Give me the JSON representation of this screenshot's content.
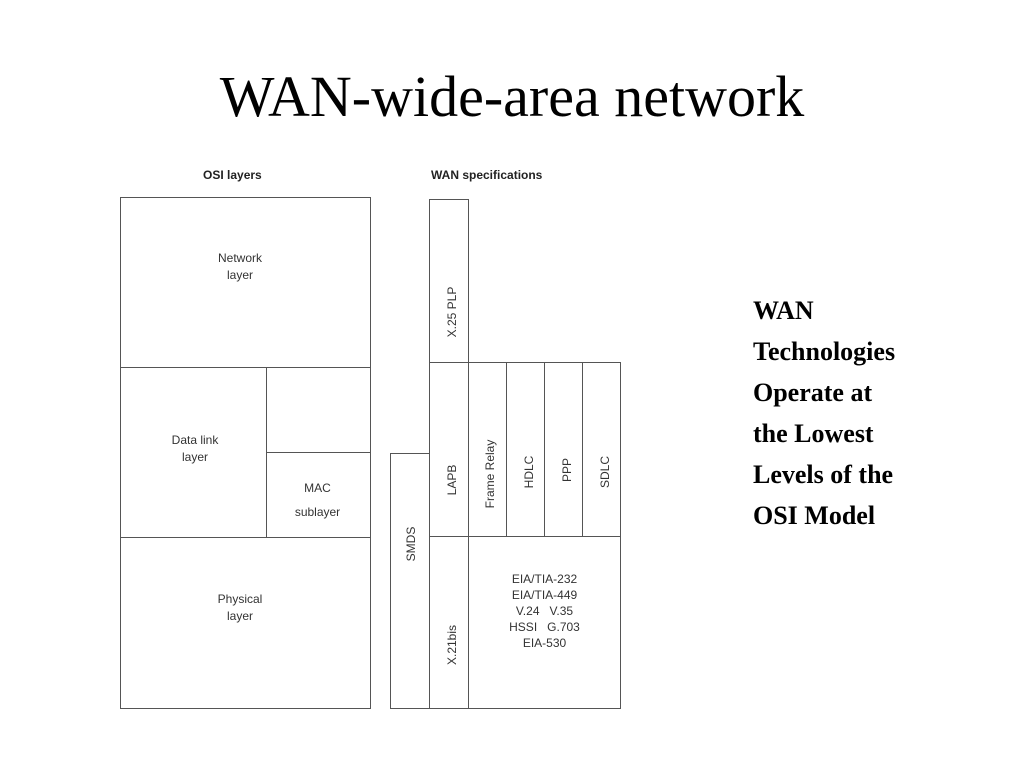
{
  "slide": {
    "title": "WAN-wide-area network",
    "side_text": "WAN\nTechnologies\nOperate at\nthe Lowest\nLevels of the\nOSI Model"
  },
  "diagram": {
    "osi_header": "OSI layers",
    "wan_header": "WAN specifications",
    "osi": {
      "network": "Network\nlayer",
      "data_link": "Data link\nlayer",
      "mac": "MAC\nsublayer",
      "physical": "Physical\nlayer"
    },
    "wan": {
      "x25plp": "X.25 PLP",
      "smds": "SMDS",
      "lapb": "LAPB",
      "frame_relay": "Frame Relay",
      "hdlc": "HDLC",
      "ppp": "PPP",
      "sdlc": "SDLC",
      "x21bis": "X.21bis",
      "physical_specs": "EIA/TIA-232\nEIA/TIA-449\nV.24   V.35\nHSSI   G.703\nEIA-530"
    }
  }
}
